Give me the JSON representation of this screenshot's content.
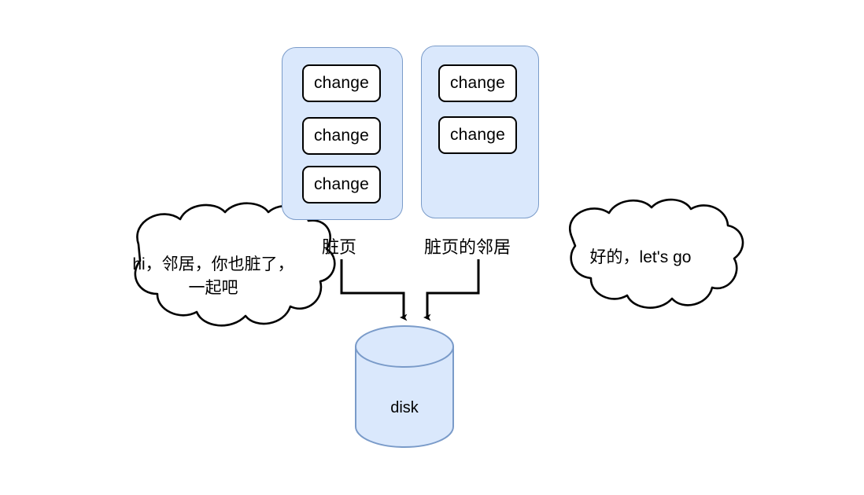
{
  "diagram": {
    "title": "dirty page flush to disk",
    "colors": {
      "panel_fill": "#dae8fc",
      "panel_stroke": "#7a9bc9",
      "box_fill": "#ffffff",
      "box_stroke": "#000000",
      "disk_fill": "#dae8fc",
      "disk_stroke": "#7a9bc9",
      "cloud_stroke": "#000000",
      "connector_stroke": "#000000",
      "background": "#ffffff"
    },
    "panels": [
      {
        "id": "dirty-page",
        "label": "脏页",
        "changes": [
          {
            "label": "change"
          },
          {
            "label": "change"
          },
          {
            "label": "change"
          }
        ]
      },
      {
        "id": "dirty-page-neighbor",
        "label": "脏页的邻居",
        "changes": [
          {
            "label": "change"
          },
          {
            "label": "change"
          }
        ]
      }
    ],
    "clouds": [
      {
        "id": "cloud-left",
        "text": "hi，邻居，你也脏了，\n一起吧"
      },
      {
        "id": "cloud-right",
        "text": "好的，let's go"
      }
    ],
    "disk": {
      "label": "disk"
    },
    "connectors": [
      {
        "id": "dirty-to-disk",
        "from": "脏页",
        "to": "disk",
        "style": "elbow-arrow"
      },
      {
        "id": "neighbor-to-disk",
        "from": "脏页的邻居",
        "to": "disk",
        "style": "elbow-arrow"
      }
    ]
  }
}
